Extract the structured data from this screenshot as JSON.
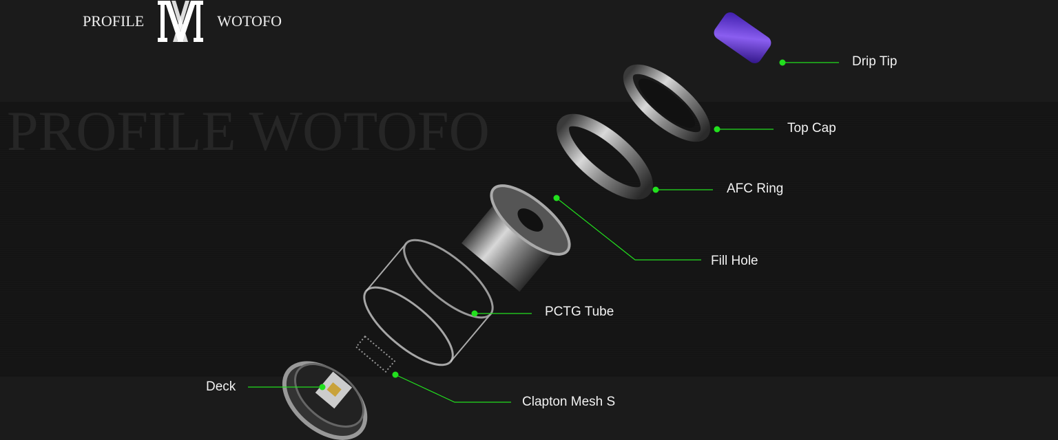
{
  "brand": {
    "left": "PROFILE",
    "mark": "WM",
    "right": "WOTOFO"
  },
  "watermark": "PROFILE WOTOFO",
  "accent_color": "#22e01e",
  "callouts": [
    {
      "label": "Drip Tip"
    },
    {
      "label": "Top Cap"
    },
    {
      "label": "AFC Ring"
    },
    {
      "label": "Fill Hole"
    },
    {
      "label": "PCTG Tube"
    },
    {
      "label": "Clapton Mesh S"
    },
    {
      "label": "Deck"
    }
  ]
}
